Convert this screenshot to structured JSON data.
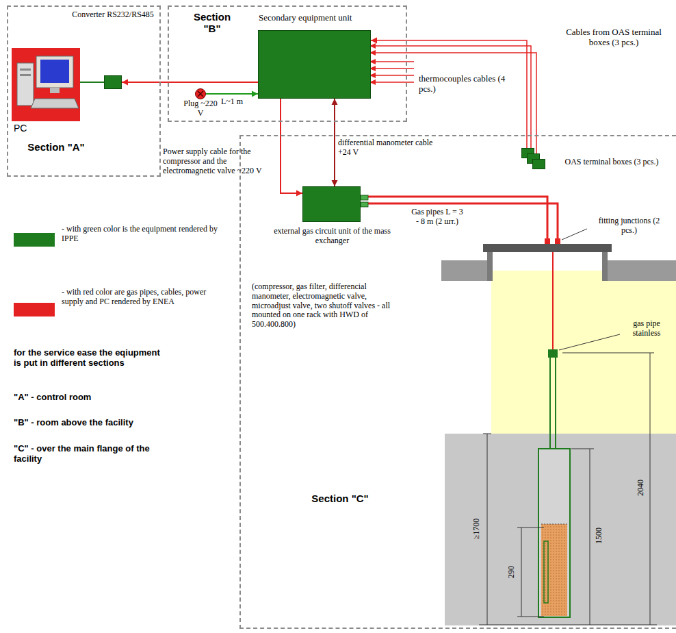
{
  "diagram": {
    "nodes": [
      {
        "text": [
          "Section \"A\""
        ]
      },
      {
        "text": [
          "PC"
        ],
        "in": 0
      },
      {
        "text": [
          "Converter RS232/RS485"
        ],
        "in": 0
      },
      {
        "text": [
          "Section \"B\""
        ]
      },
      {
        "text": [
          "Secondary equipment unit"
        ],
        "in": 3
      },
      {
        "text": [
          "Plug ~220 V"
        ],
        "in": 3
      },
      {
        "text": [
          "Section \"C\""
        ]
      },
      {
        "text": [
          "external gas circuit unit of the mass exchanger"
        ],
        "in": 6
      },
      {
        "text": [
          "OAS terminal boxes (3 pcs.)"
        ],
        "in": 6
      }
    ],
    "edges": [
      {
        "from": 1,
        "to": 2,
        "arrow": "none"
      },
      {
        "from": 4,
        "to": 2,
        "arrow": "to"
      },
      {
        "from": 5,
        "to": 4,
        "label": "L~1 m",
        "arrow": "to"
      },
      {
        "from": 4,
        "to": 7,
        "arrow": "to"
      },
      {
        "from": 4,
        "to": 7,
        "arrow": "both"
      },
      {
        "from": 8,
        "to": 4,
        "arrow": "to"
      }
    ],
    "labels": [
      "Power supply cable for the compressor and the electromagnetic valve ~220 V",
      "differential manometer cable +24 V",
      "(compressor, gas filter, differencial manometer, electromagnetic valve, microadjust valve, two shutoff valves - all mounted on one rack with HWD of 500.400.800)",
      "thermocouples cables (4 pcs.)",
      "Cables from OAS terminal boxes (3 pcs.)",
      "Gas pipes L = 3 - 8 m (2 шт.)",
      "fitting junctions (2 pcs.)",
      "gas pipe stainless",
      "for the service ease the eqiupment is put in different sections",
      "\"A\" - control room",
      "\"B\" - room above the facility",
      "\"C\" - over the main flange of the facility",
      "≥1700",
      "290",
      "1500",
      "2040"
    ],
    "legend": [
      {
        "text": "- with green color is the equipment rendered by IPPE",
        "color": "#1e7b1e"
      },
      {
        "text": "- with red color are gas pipes, cables, power supply and PC rendered by ENEA",
        "color": "#e52222"
      }
    ]
  }
}
